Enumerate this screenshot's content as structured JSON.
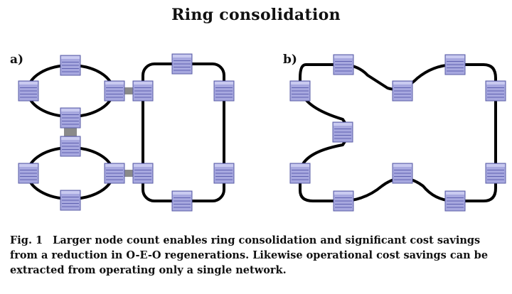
{
  "title": "Ring consolidation",
  "panels": {
    "a": {
      "label": "a)"
    },
    "b": {
      "label": "b)"
    }
  },
  "caption": {
    "fig": "Fig. 1",
    "text": "Larger node count enables ring consolidation and significant cost savings from a reduction in O-E-O regenerations. Likewise operational cost savings can be extracted from operating only a single network."
  },
  "colors": {
    "node_fill": "#a7a8df",
    "node_stroke": "#5a5ca6",
    "ring": "#000000",
    "connector": "#8a8a8a"
  }
}
